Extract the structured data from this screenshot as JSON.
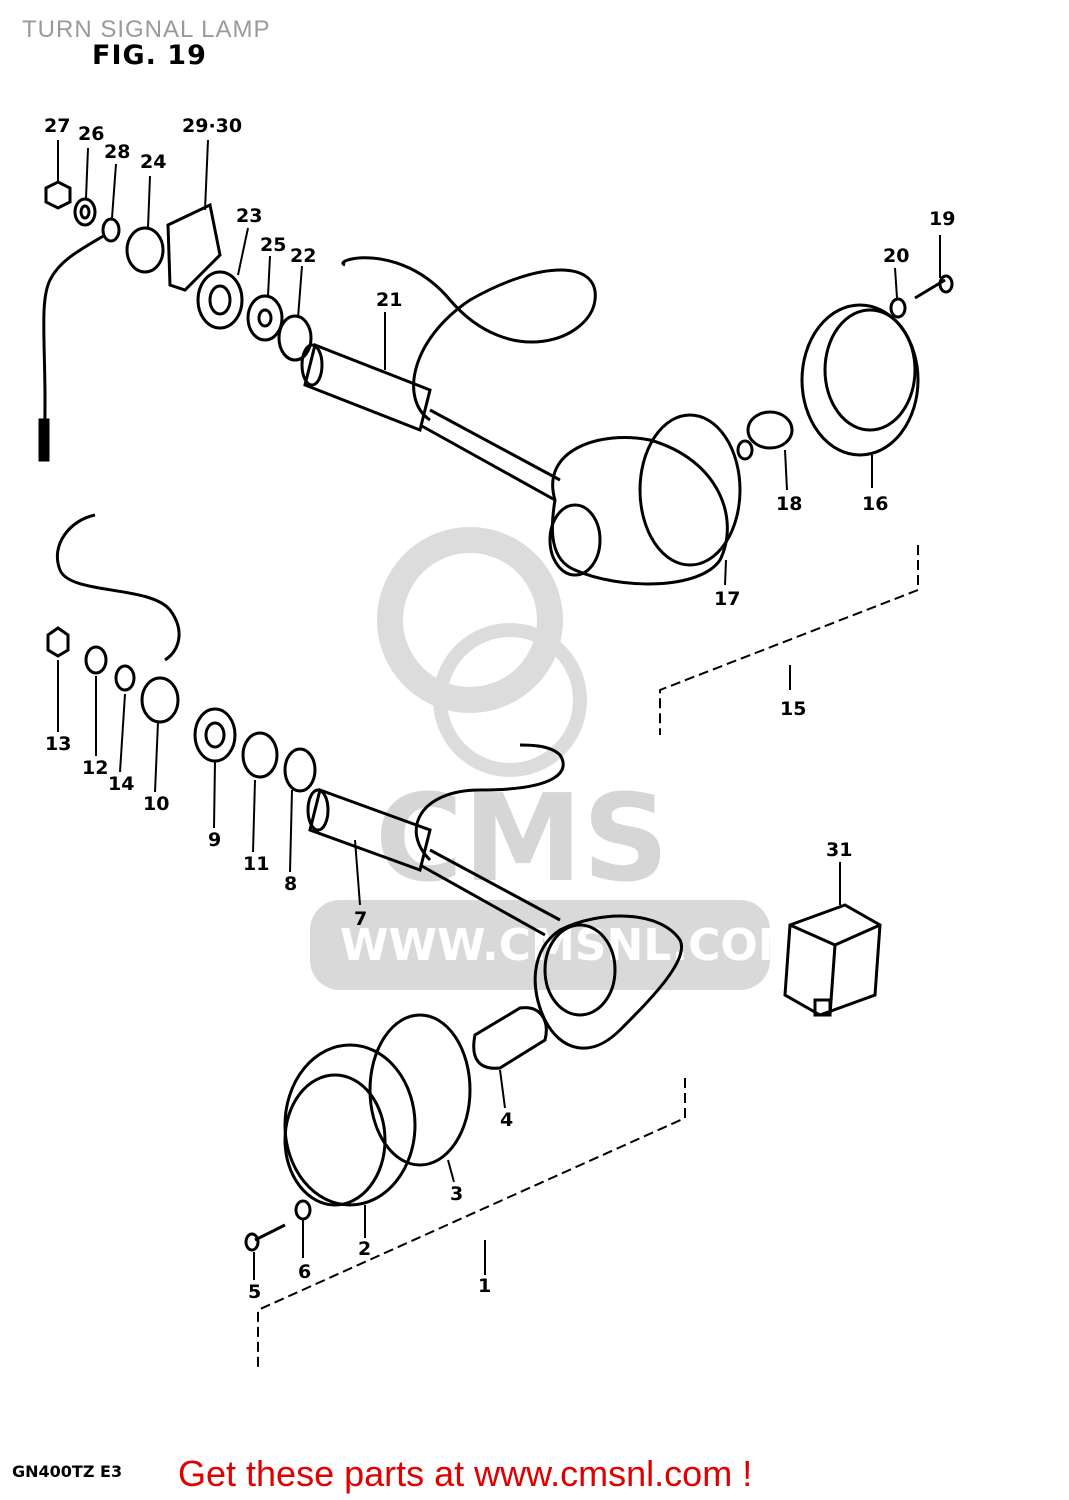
{
  "header": {
    "title": "TURN SIGNAL LAMP",
    "figure": "FIG. 19"
  },
  "footer": {
    "model": "GN400TZ  E3",
    "cta": "Get these parts at www.cmsnl.com !"
  },
  "watermark": {
    "text": "CMS",
    "url": "WWW.CMSNL.COM"
  },
  "colors": {
    "line": "#000000",
    "watermark": "#d9d9d9",
    "cta": "#e00000"
  },
  "part_labels": [
    {
      "id": "label-1",
      "text": "1"
    },
    {
      "id": "label-2",
      "text": "2"
    },
    {
      "id": "label-3",
      "text": "3"
    },
    {
      "id": "label-4",
      "text": "4"
    },
    {
      "id": "label-5",
      "text": "5"
    },
    {
      "id": "label-6",
      "text": "6"
    },
    {
      "id": "label-7",
      "text": "7"
    },
    {
      "id": "label-8",
      "text": "8"
    },
    {
      "id": "label-9",
      "text": "9"
    },
    {
      "id": "label-10",
      "text": "10"
    },
    {
      "id": "label-11",
      "text": "11"
    },
    {
      "id": "label-12",
      "text": "12"
    },
    {
      "id": "label-13",
      "text": "13"
    },
    {
      "id": "label-14",
      "text": "14"
    },
    {
      "id": "label-15",
      "text": "15"
    },
    {
      "id": "label-16",
      "text": "16"
    },
    {
      "id": "label-17",
      "text": "17"
    },
    {
      "id": "label-18",
      "text": "18"
    },
    {
      "id": "label-19",
      "text": "19"
    },
    {
      "id": "label-20",
      "text": "20"
    },
    {
      "id": "label-21",
      "text": "21"
    },
    {
      "id": "label-22",
      "text": "22"
    },
    {
      "id": "label-23",
      "text": "23"
    },
    {
      "id": "label-24",
      "text": "24"
    },
    {
      "id": "label-25",
      "text": "25"
    },
    {
      "id": "label-26",
      "text": "26"
    },
    {
      "id": "label-27",
      "text": "27"
    },
    {
      "id": "label-28",
      "text": "28"
    },
    {
      "id": "label-2930",
      "text": "29·30"
    },
    {
      "id": "label-31",
      "text": "31"
    }
  ]
}
